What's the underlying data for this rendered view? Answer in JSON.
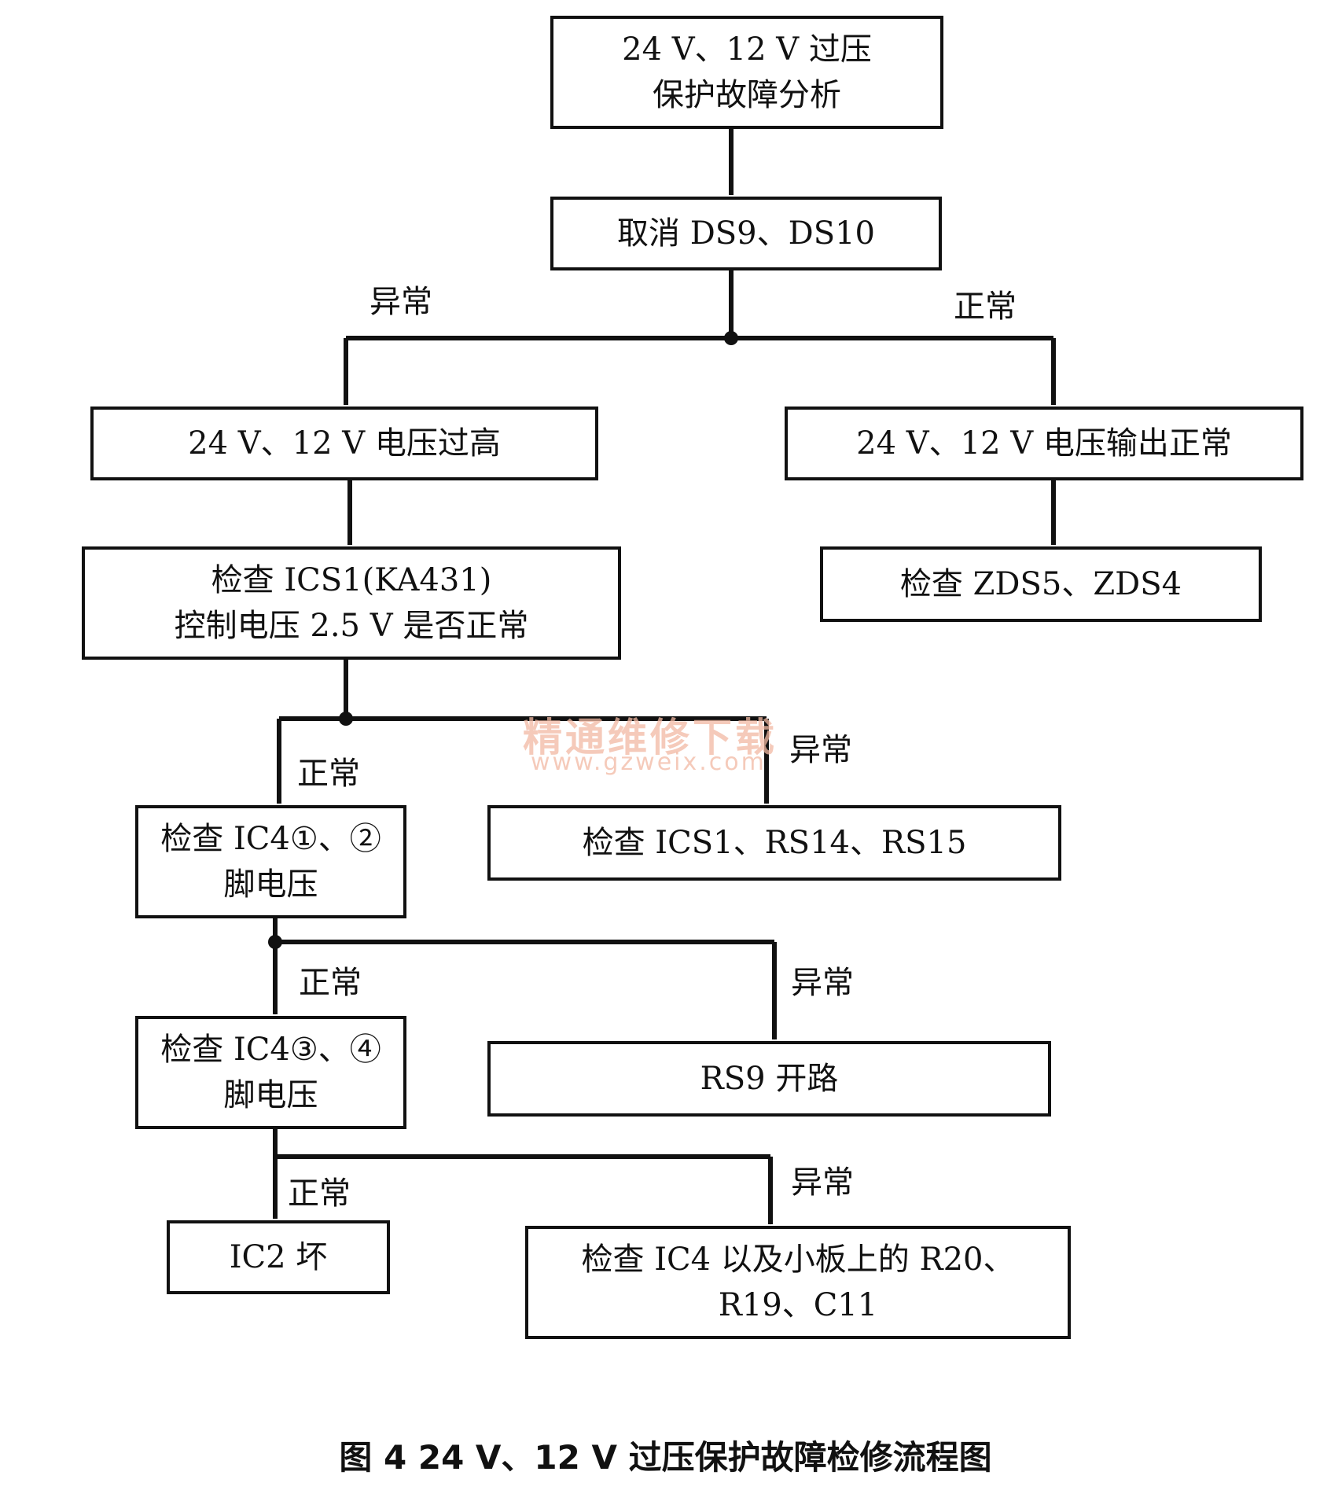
{
  "nodes": {
    "start": [
      "24 V、12 V 过压",
      "保护故障分析"
    ],
    "cancel_ds": [
      "取消 DS9、DS10"
    ],
    "voltage_high": [
      "24 V、12 V 电压过高"
    ],
    "voltage_normal": [
      "24 V、12 V 电压输出正常"
    ],
    "check_zds": [
      "检查 ZDS5、ZDS4"
    ],
    "check_ics1_ctrl": [
      "检查 ICS1(KA431)",
      "控制电压 2.5 V 是否正常"
    ],
    "check_ic4_12": [
      "检查 IC4①、②",
      "脚电压"
    ],
    "check_ics1_rs": [
      "检查 ICS1、RS14、RS15"
    ],
    "check_ic4_34": [
      "检查 IC4③、④",
      "脚电压"
    ],
    "rs9_open": [
      "RS9 开路"
    ],
    "ic2_bad": [
      "IC2 坏"
    ],
    "check_ic4_board": [
      "检查 IC4 以及小板上的 R20、",
      "R19、C11"
    ]
  },
  "labels": {
    "abnormal": "异常",
    "normal": "正常"
  },
  "watermark": {
    "cn": "精通维修下载",
    "url": "www.gzweix.com"
  },
  "caption": "图 4 24 V、12 V 过压保护故障检修流程图"
}
